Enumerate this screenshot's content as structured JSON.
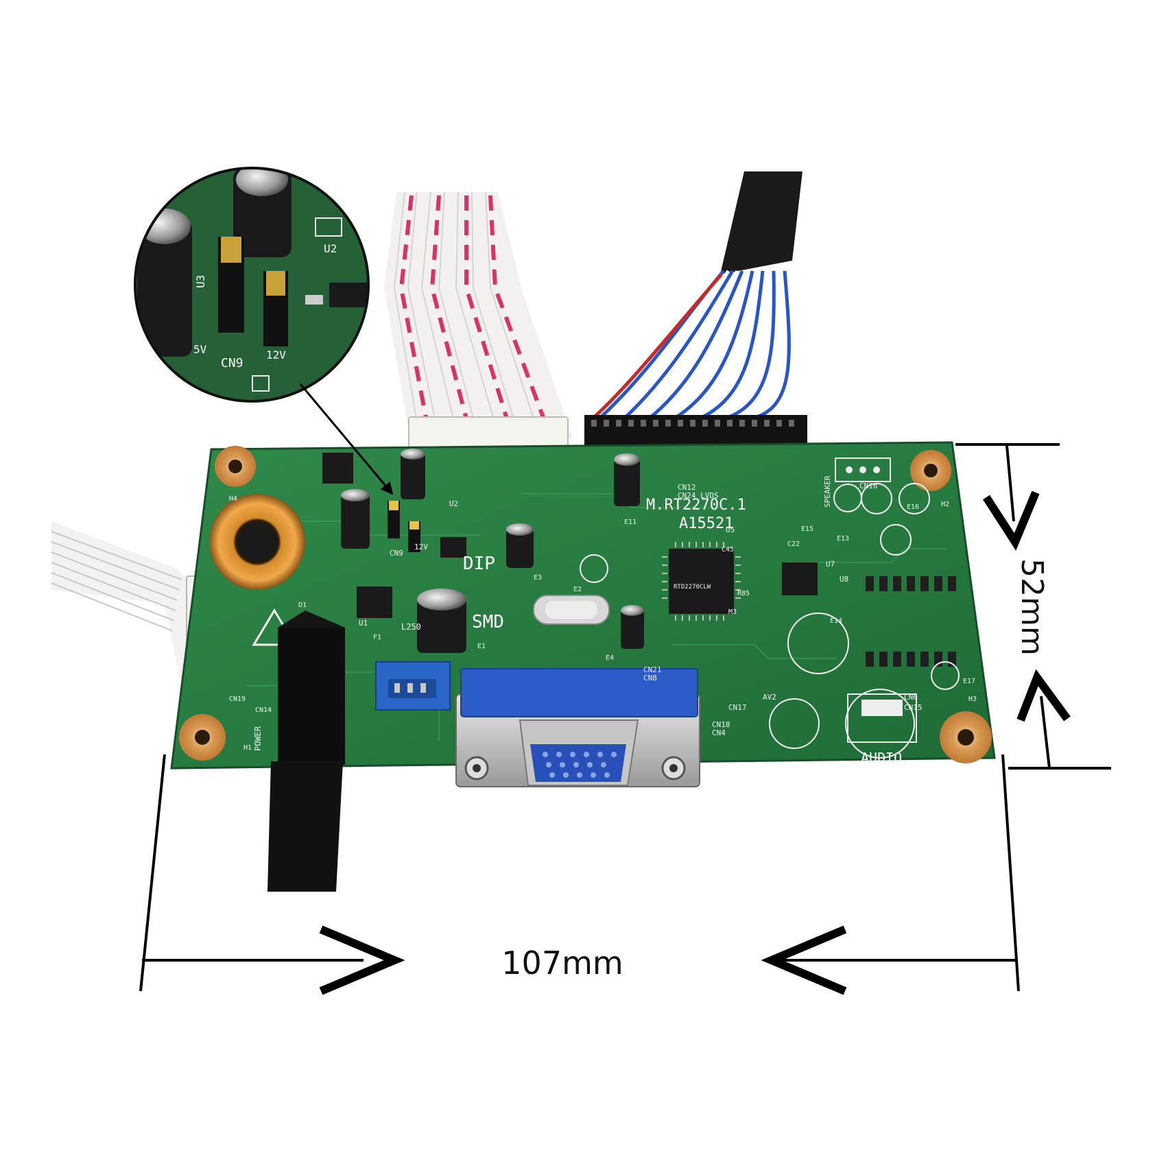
{
  "dimensions": {
    "width_label": "107mm",
    "height_label": "52mm"
  },
  "board": {
    "model": "M.RT2270C.1",
    "code": "A15521",
    "chip_marking": "RTD2270CLW",
    "silk": {
      "cn12": "CN12",
      "cn24_lvds": "CN24 LVDS",
      "power": "POWER",
      "audio": "AUDIO",
      "speaker": "SPEAKER",
      "dip": "DIP",
      "smd": "SMD",
      "cn9": "CN9",
      "v12": "12V",
      "v5": "5V",
      "u1": "U1",
      "u2": "U2",
      "u5": "U5",
      "u7": "U7",
      "u8": "U8",
      "cn19": "CN19",
      "cn14": "CN14",
      "cn17": "CN17",
      "cn18": "CN18",
      "cn4": "CN4",
      "cn15": "CN15",
      "cn6": "CN6",
      "cn21": "CN21",
      "cn8": "CN8",
      "cn16": "CN16",
      "av2": "AV2",
      "h1": "H1",
      "h2": "H2",
      "h3": "H3",
      "h4": "H4",
      "e1": "E1",
      "e2": "E2",
      "e3": "E3",
      "e4": "E4",
      "e11": "E11",
      "e13": "E13",
      "e14": "E14",
      "e15": "E15",
      "e16": "E16",
      "e17": "E17",
      "f1": "F1",
      "d1": "D1",
      "l250": "L250",
      "r85": "R85",
      "m3": "M3",
      "c22": "C22",
      "c45": "C45"
    }
  },
  "inset": {
    "cn9": "CN9",
    "v5": "5V",
    "v12": "12V",
    "u2": "U2",
    "u3": "U3"
  }
}
